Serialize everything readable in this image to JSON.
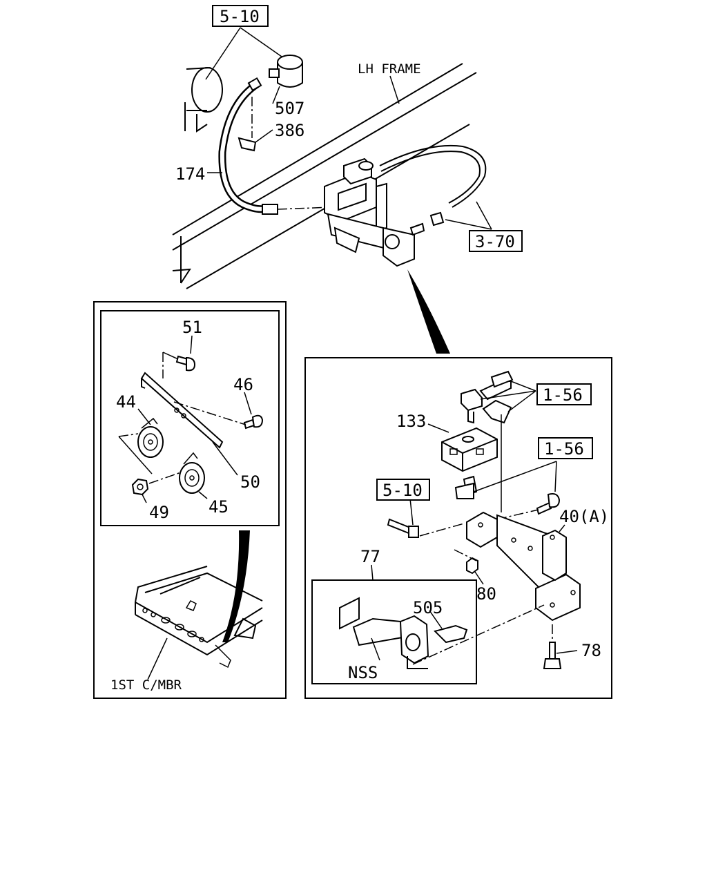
{
  "labels": {
    "ref_5_10_top": "5-10",
    "lh_frame": "LH FRAME",
    "p507": "507",
    "p386": "386",
    "p174": "174",
    "ref_3_70": "3-70",
    "p51": "51",
    "p46": "46",
    "p44": "44",
    "p50": "50",
    "p49": "49",
    "p45": "45",
    "first_cmbr": "1ST C/MBR",
    "ref_1_56_a": "1-56",
    "ref_1_56_b": "1-56",
    "p133": "133",
    "ref_5_10_mid": "5-10",
    "p40a": "40(A)",
    "p77": "77",
    "p80": "80",
    "p505": "505",
    "p78": "78",
    "nss": "NSS"
  }
}
